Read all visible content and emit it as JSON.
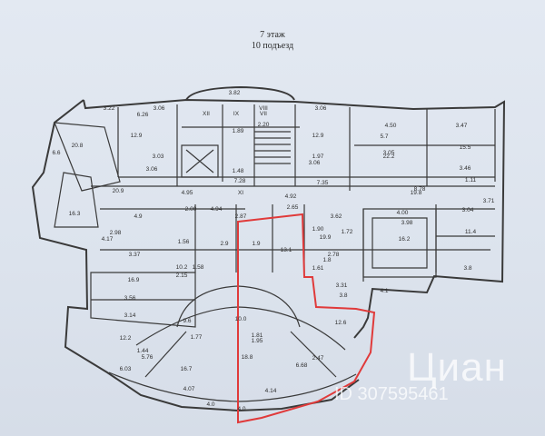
{
  "header": {
    "floor": "7 этаж",
    "entrance": "10 подъезд"
  },
  "labels": [
    "3.82",
    "VIII",
    "XII",
    "IX",
    "VII",
    "2.20",
    "3.22",
    "3.06",
    "3.06",
    "6.26",
    "20.8",
    "12.9",
    "12.9",
    "4.50",
    "3.47",
    "5.7",
    "3.03",
    "3.05",
    "1.89",
    "22.2",
    "15.5",
    "3.06",
    "1.48",
    "1.97",
    "3.06",
    "3.46",
    "6.6",
    "7.28",
    "7.35",
    "8.78",
    "19.8",
    "1.11",
    "3.71",
    "20.9",
    "4.95",
    "XI",
    "4.92",
    "2.65",
    "3.62",
    "16.3",
    "4.9",
    "2.00",
    "4.94",
    "2.87",
    "4.00",
    "3.98",
    "3.04",
    "11.4",
    "16.2",
    "4.17",
    "2.98",
    "1.56",
    "2.9",
    "1.9",
    "13.1",
    "19.9",
    "1.72",
    "2.78",
    "3.8",
    "3.37",
    "1.8",
    "1.90",
    "16.9",
    "10.2",
    "1.58",
    "1.61",
    "3.31",
    "3.56",
    "2.15",
    "3.8",
    "4.1",
    "3.14",
    "9.6",
    "10.0",
    "12.6",
    "12.2",
    "1.77",
    "1.81",
    "1.95",
    "1.44",
    "5.76",
    "18.8",
    "6.68",
    "6.03",
    "16.7",
    "2.47",
    "4.07",
    "4.14",
    "4.0",
    "4.0"
  ],
  "watermark": {
    "logo": "Циан",
    "id": "ID 307595461"
  },
  "colors": {
    "highlight": "#e03a3a",
    "ink": "#3a3a3a",
    "paper": "#e2e8f1"
  }
}
